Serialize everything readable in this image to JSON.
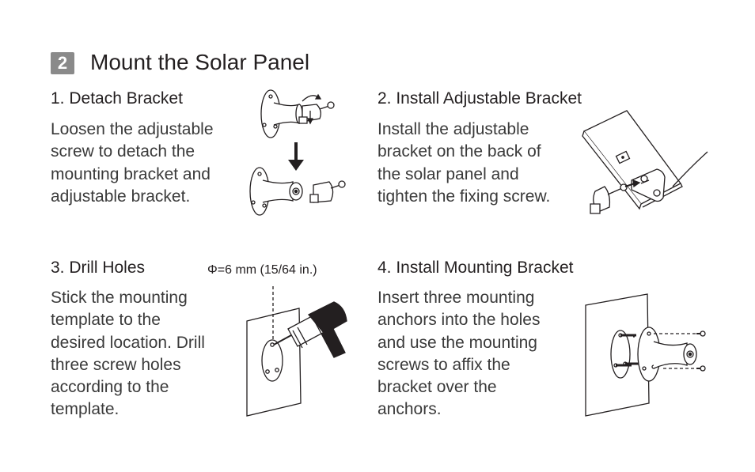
{
  "section": {
    "number": "2",
    "title": "Mount the Solar Panel"
  },
  "steps": [
    {
      "heading": "1. Detach Bracket",
      "body": "Loosen the adjustable\nscrew to detach the\nmounting bracket and\nadjustable bracket."
    },
    {
      "heading": "2. Install Adjustable Bracket",
      "body": "Install the adjustable\nbracket on the back of\nthe solar panel and\ntighten the fixing screw."
    },
    {
      "heading": "3. Drill Holes",
      "note": "Φ=6 mm (15/64 in.)",
      "body": "Stick the mounting\ntemplate to the\ndesired location. Drill\nthree screw holes\naccording to the\ntemplate."
    },
    {
      "heading": "4. Install Mounting Bracket",
      "body": "Insert three mounting\nanchors into the holes\nand use the mounting\nscrews to affix the\nbracket over the\nanchors."
    }
  ]
}
